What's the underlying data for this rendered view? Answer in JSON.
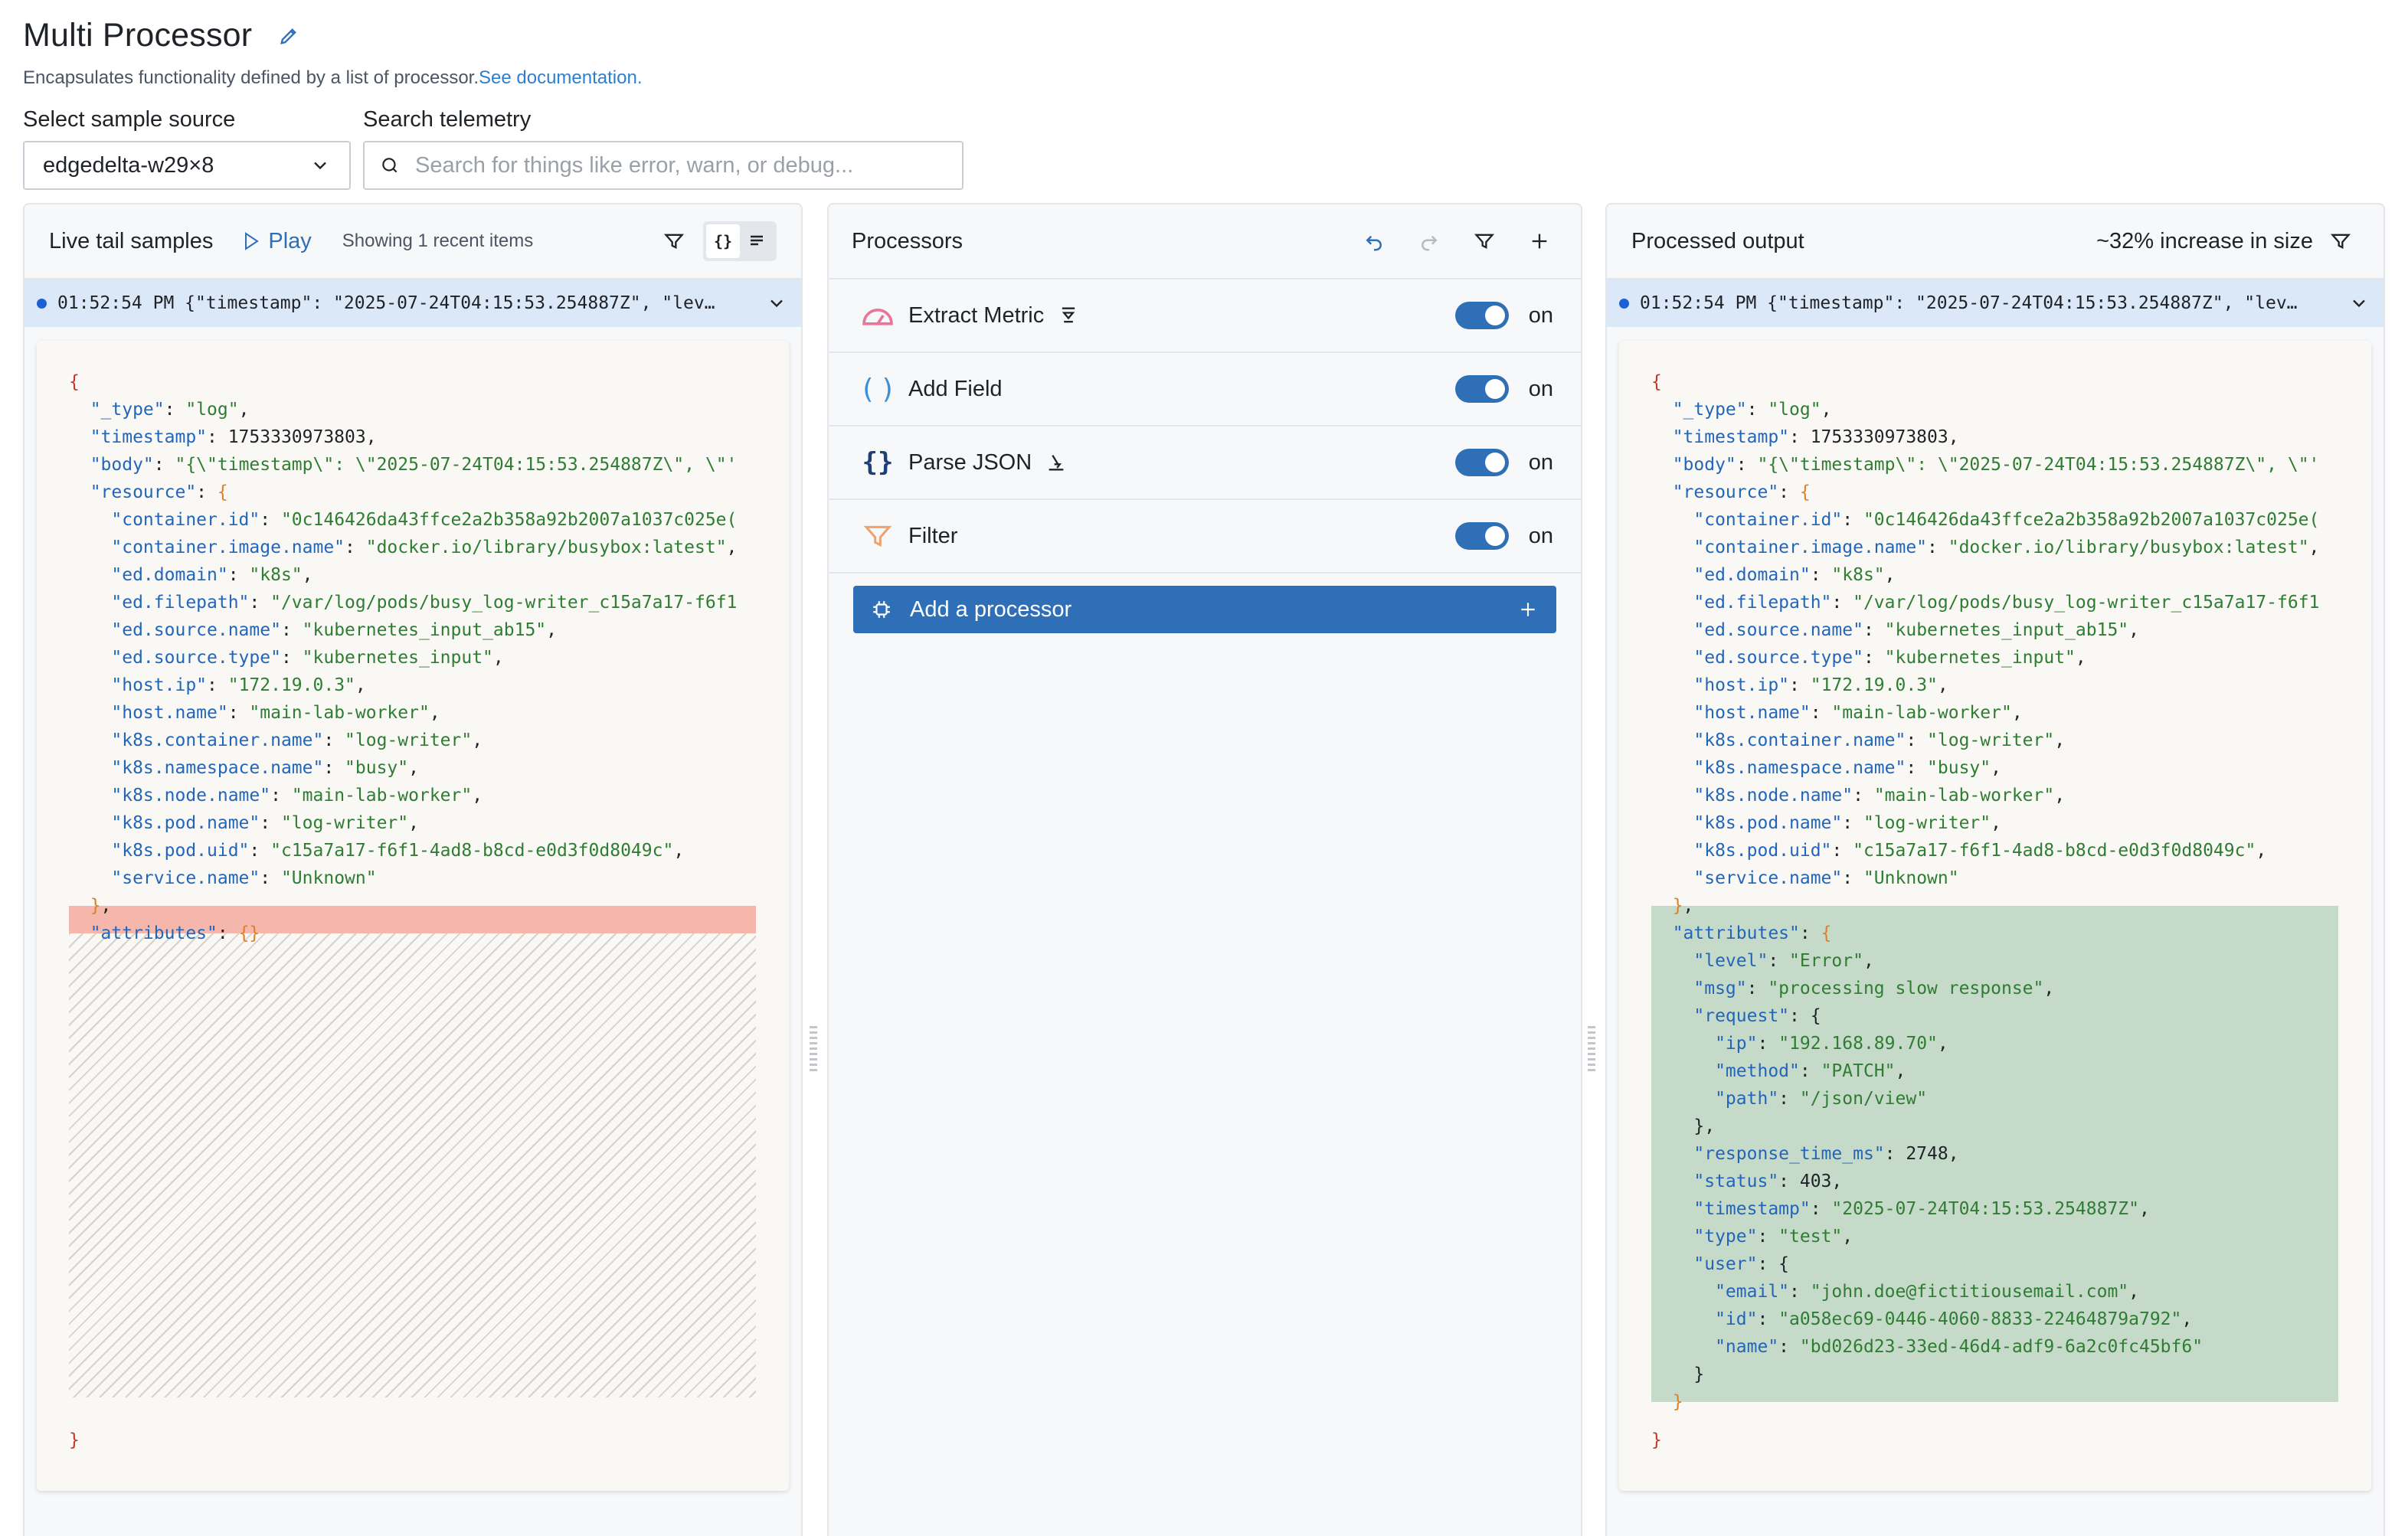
{
  "page": {
    "title": "Multi Processor",
    "description": "Encapsulates functionality defined by a list of processor.",
    "doc_link": "See documentation."
  },
  "controls": {
    "sample_source_label": "Select sample source",
    "sample_source_value": "edgedelta-w29×8",
    "search_label": "Search telemetry",
    "search_placeholder": "Search for things like error, warn, or debug..."
  },
  "live_tail": {
    "title": "Live tail samples",
    "play_label": "Play",
    "showing_text": "Showing 1 recent items",
    "sample_row": "01:52:54 PM {\"timestamp\": \"2025-07-24T04:15:53.254887Z\", \"lev…",
    "code": [
      {
        "t": [
          [
            "p",
            "{"
          ]
        ]
      },
      {
        "t": [
          [
            "k",
            "  \"_type\""
          ],
          [
            "n",
            ": "
          ],
          [
            "s",
            "\"log\""
          ],
          [
            "n",
            ","
          ]
        ]
      },
      {
        "t": [
          [
            "k",
            "  \"timestamp\""
          ],
          [
            "n",
            ": 1753330973803,"
          ]
        ]
      },
      {
        "t": [
          [
            "k",
            "  \"body\""
          ],
          [
            "n",
            ": "
          ],
          [
            "s",
            "\"{\\\"timestamp\\\": \\\"2025-07-24T04:15:53.254887Z\\\", \\\"'"
          ]
        ]
      },
      {
        "t": [
          [
            "k",
            "  \"resource\""
          ],
          [
            "n",
            ": "
          ],
          [
            "o",
            "{"
          ]
        ]
      },
      {
        "t": [
          [
            "k",
            "    \"container.id\""
          ],
          [
            "n",
            ": "
          ],
          [
            "s",
            "\"0c146426da43ffce2a2b358a92b2007a1037c025e("
          ]
        ]
      },
      {
        "t": [
          [
            "k",
            "    \"container.image.name\""
          ],
          [
            "n",
            ": "
          ],
          [
            "s",
            "\"docker.io/library/busybox:latest\""
          ],
          [
            "n",
            ","
          ]
        ]
      },
      {
        "t": [
          [
            "k",
            "    \"ed.domain\""
          ],
          [
            "n",
            ": "
          ],
          [
            "s",
            "\"k8s\""
          ],
          [
            "n",
            ","
          ]
        ]
      },
      {
        "t": [
          [
            "k",
            "    \"ed.filepath\""
          ],
          [
            "n",
            ": "
          ],
          [
            "s",
            "\"/var/log/pods/busy_log-writer_c15a7a17-f6f1"
          ]
        ]
      },
      {
        "t": [
          [
            "k",
            "    \"ed.source.name\""
          ],
          [
            "n",
            ": "
          ],
          [
            "s",
            "\"kubernetes_input_ab15\""
          ],
          [
            "n",
            ","
          ]
        ]
      },
      {
        "t": [
          [
            "k",
            "    \"ed.source.type\""
          ],
          [
            "n",
            ": "
          ],
          [
            "s",
            "\"kubernetes_input\""
          ],
          [
            "n",
            ","
          ]
        ]
      },
      {
        "t": [
          [
            "k",
            "    \"host.ip\""
          ],
          [
            "n",
            ": "
          ],
          [
            "s",
            "\"172.19.0.3\""
          ],
          [
            "n",
            ","
          ]
        ]
      },
      {
        "t": [
          [
            "k",
            "    \"host.name\""
          ],
          [
            "n",
            ": "
          ],
          [
            "s",
            "\"main-lab-worker\""
          ],
          [
            "n",
            ","
          ]
        ]
      },
      {
        "t": [
          [
            "k",
            "    \"k8s.container.name\""
          ],
          [
            "n",
            ": "
          ],
          [
            "s",
            "\"log-writer\""
          ],
          [
            "n",
            ","
          ]
        ]
      },
      {
        "t": [
          [
            "k",
            "    \"k8s.namespace.name\""
          ],
          [
            "n",
            ": "
          ],
          [
            "s",
            "\"busy\""
          ],
          [
            "n",
            ","
          ]
        ]
      },
      {
        "t": [
          [
            "k",
            "    \"k8s.node.name\""
          ],
          [
            "n",
            ": "
          ],
          [
            "s",
            "\"main-lab-worker\""
          ],
          [
            "n",
            ","
          ]
        ]
      },
      {
        "t": [
          [
            "k",
            "    \"k8s.pod.name\""
          ],
          [
            "n",
            ": "
          ],
          [
            "s",
            "\"log-writer\""
          ],
          [
            "n",
            ","
          ]
        ]
      },
      {
        "t": [
          [
            "k",
            "    \"k8s.pod.uid\""
          ],
          [
            "n",
            ": "
          ],
          [
            "s",
            "\"c15a7a17-f6f1-4ad8-b8cd-e0d3f0d8049c\""
          ],
          [
            "n",
            ","
          ]
        ]
      },
      {
        "t": [
          [
            "k",
            "    \"service.name\""
          ],
          [
            "n",
            ": "
          ],
          [
            "s",
            "\"Unknown\""
          ]
        ]
      },
      {
        "t": [
          [
            "o",
            "  }"
          ],
          [
            "n",
            ","
          ]
        ]
      },
      {
        "t": [
          [
            "k",
            "  \"attributes\""
          ],
          [
            "n",
            ": "
          ],
          [
            "o",
            "{}"
          ]
        ]
      }
    ],
    "closing": "}"
  },
  "processors": {
    "title": "Processors",
    "items": [
      {
        "name": "Extract Metric",
        "state": "on",
        "icon": "gauge-icon",
        "color": "#e8759a"
      },
      {
        "name": "Add Field",
        "state": "on",
        "icon": "parentheses-icon",
        "color": "#3b8fd9"
      },
      {
        "name": "Parse JSON",
        "state": "on",
        "icon": "braces-icon",
        "color": "#1f3f7a"
      },
      {
        "name": "Filter",
        "state": "on",
        "icon": "funnel-icon",
        "color": "#f0a06a"
      }
    ],
    "add_label": "Add a processor"
  },
  "output": {
    "title": "Processed output",
    "size_delta": "~32% increase in size",
    "sample_row": "01:52:54 PM {\"timestamp\": \"2025-07-24T04:15:53.254887Z\", \"lev…",
    "code_extra": [
      {
        "t": [
          [
            "k",
            "    \"level\""
          ],
          [
            "n",
            ": "
          ],
          [
            "s",
            "\"Error\""
          ],
          [
            "n",
            ","
          ]
        ]
      },
      {
        "t": [
          [
            "k",
            "    \"msg\""
          ],
          [
            "n",
            ": "
          ],
          [
            "s",
            "\"processing slow response\""
          ],
          [
            "n",
            ","
          ]
        ]
      },
      {
        "t": [
          [
            "k",
            "    \"request\""
          ],
          [
            "n",
            ": {"
          ]
        ]
      },
      {
        "t": [
          [
            "k",
            "      \"ip\""
          ],
          [
            "n",
            ": "
          ],
          [
            "s",
            "\"192.168.89.70\""
          ],
          [
            "n",
            ","
          ]
        ]
      },
      {
        "t": [
          [
            "k",
            "      \"method\""
          ],
          [
            "n",
            ": "
          ],
          [
            "s",
            "\"PATCH\""
          ],
          [
            "n",
            ","
          ]
        ]
      },
      {
        "t": [
          [
            "k",
            "      \"path\""
          ],
          [
            "n",
            ": "
          ],
          [
            "s",
            "\"/json/view\""
          ]
        ]
      },
      {
        "t": [
          [
            "n",
            "    },"
          ]
        ]
      },
      {
        "t": [
          [
            "k",
            "    \"response_time_ms\""
          ],
          [
            "n",
            ": 2748,"
          ]
        ]
      },
      {
        "t": [
          [
            "k",
            "    \"status\""
          ],
          [
            "n",
            ": 403,"
          ]
        ]
      },
      {
        "t": [
          [
            "k",
            "    \"timestamp\""
          ],
          [
            "n",
            ": "
          ],
          [
            "s",
            "\"2025-07-24T04:15:53.254887Z\""
          ],
          [
            "n",
            ","
          ]
        ]
      },
      {
        "t": [
          [
            "k",
            "    \"type\""
          ],
          [
            "n",
            ": "
          ],
          [
            "s",
            "\"test\""
          ],
          [
            "n",
            ","
          ]
        ]
      },
      {
        "t": [
          [
            "k",
            "    \"user\""
          ],
          [
            "n",
            ": {"
          ]
        ]
      },
      {
        "t": [
          [
            "k",
            "      \"email\""
          ],
          [
            "n",
            ": "
          ],
          [
            "s",
            "\"john.doe@fictitiousemail.com\""
          ],
          [
            "n",
            ","
          ]
        ]
      },
      {
        "t": [
          [
            "k",
            "      \"id\""
          ],
          [
            "n",
            ": "
          ],
          [
            "s",
            "\"a058ec69-0446-4060-8833-22464879a792\""
          ],
          [
            "n",
            ","
          ]
        ]
      },
      {
        "t": [
          [
            "k",
            "      \"name\""
          ],
          [
            "n",
            ": "
          ],
          [
            "s",
            "\"bd026d23-33ed-46d4-adf9-6a2c0fc45bf6\""
          ]
        ]
      },
      {
        "t": [
          [
            "n",
            "    }"
          ]
        ]
      },
      {
        "t": [
          [
            "o",
            "  }"
          ]
        ]
      }
    ],
    "attr_open": "{",
    "closing": "}"
  },
  "colors": {
    "accent": "#2f6fb8",
    "link": "#2f7fd0",
    "removed": "#f5b7ab",
    "added": "#c6dac9"
  }
}
